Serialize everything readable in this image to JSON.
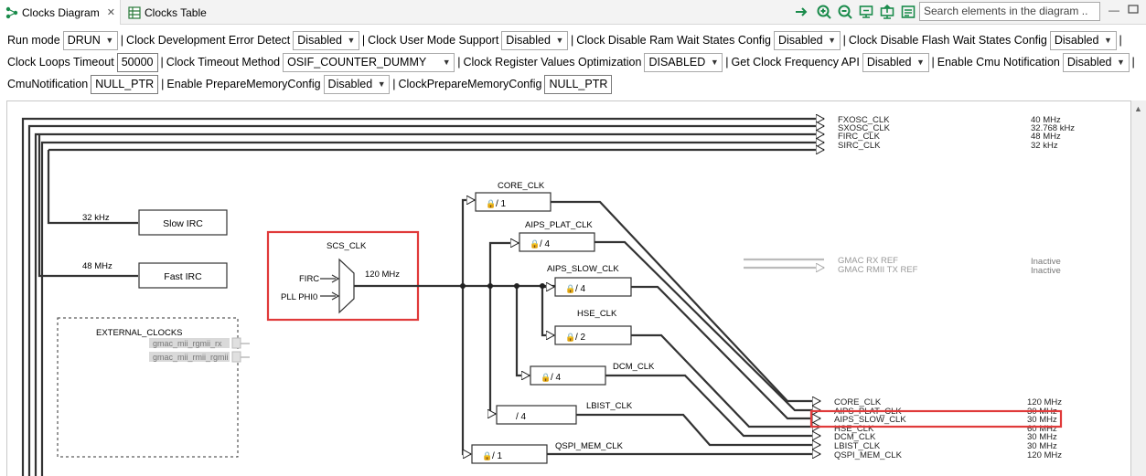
{
  "tabs": [
    {
      "label": "Clocks Diagram",
      "active": true
    },
    {
      "label": "Clocks Table",
      "active": false
    }
  ],
  "search": {
    "placeholder": "Search elements in the diagram .."
  },
  "config": {
    "run_mode_label": "Run mode",
    "run_mode_value": "DRUN",
    "dev_error_label": "Clock Development Error Detect",
    "dev_error_value": "Disabled",
    "user_mode_label": "Clock User Mode Support",
    "user_mode_value": "Disabled",
    "ram_wait_label": "Clock Disable Ram Wait States Config",
    "ram_wait_value": "Disabled",
    "flash_wait_label": "Clock Disable Flash Wait States Config",
    "flash_wait_value": "Disabled",
    "loops_timeout_label": "Clock Loops Timeout",
    "loops_timeout_value": "50000",
    "timeout_method_label": "Clock Timeout Method",
    "timeout_method_value": "OSIF_COUNTER_DUMMY",
    "reg_opt_label": "Clock Register Values Optimization",
    "reg_opt_value": "DISABLED",
    "get_freq_label": "Get Clock Frequency API",
    "get_freq_value": "Disabled",
    "cmu_notif_label": "Enable Cmu Notification",
    "cmu_notif_value": "Disabled",
    "cmu_notification_label": "CmuNotification",
    "cmu_notification_value": "NULL_PTR",
    "prepare_mem_label": "Enable PrepareMemoryConfig",
    "prepare_mem_value": "Disabled",
    "clock_prepare_mem_label": "ClockPrepareMemoryConfig",
    "clock_prepare_mem_value": "NULL_PTR"
  },
  "diagram": {
    "top_outputs": [
      {
        "name": "FXOSC_CLK",
        "freq": "40 MHz"
      },
      {
        "name": "SXOSC_CLK",
        "freq": "32.768 kHz"
      },
      {
        "name": "FIRC_CLK",
        "freq": "48 MHz"
      },
      {
        "name": "SIRC_CLK",
        "freq": "32 kHz"
      }
    ],
    "slow_irc": {
      "label": "Slow IRC",
      "freq": "32 kHz"
    },
    "fast_irc": {
      "label": "Fast IRC",
      "freq": "48 MHz"
    },
    "external_clocks": {
      "title": "EXTERNAL_CLOCKS",
      "items": [
        "gmac_mii_rgmii_rx",
        "gmac_mii_rmii_rgmii"
      ]
    },
    "scs": {
      "title": "SCS_CLK",
      "input1": "FIRC",
      "input2": "PLL PHI0",
      "freq": "120 MHz"
    },
    "dividers": [
      {
        "name": "CORE_CLK",
        "div": "/ 1"
      },
      {
        "name": "AIPS_PLAT_CLK",
        "div": "/ 4"
      },
      {
        "name": "AIPS_SLOW_CLK",
        "div": "/ 4"
      },
      {
        "name": "HSE_CLK",
        "div": "/ 2"
      },
      {
        "name": "DCM_CLK",
        "div": "/ 4"
      },
      {
        "name": "LBIST_CLK",
        "div": "/ 4"
      },
      {
        "name": "QSPI_MEM_CLK",
        "div": "/ 1"
      }
    ],
    "gmac": [
      {
        "name": "GMAC RX REF",
        "status": "Inactive"
      },
      {
        "name": "GMAC RMII TX REF",
        "status": "Inactive"
      }
    ],
    "bottom_outputs": [
      {
        "name": "CORE_CLK",
        "freq": "120 MHz"
      },
      {
        "name": "AIPS_PLAT_CLK",
        "freq": "30 MHz"
      },
      {
        "name": "AIPS_SLOW_CLK",
        "freq": "30 MHz"
      },
      {
        "name": "HSE_CLK",
        "freq": "60 MHz"
      },
      {
        "name": "DCM_CLK",
        "freq": "30 MHz"
      },
      {
        "name": "LBIST_CLK",
        "freq": "30 MHz"
      },
      {
        "name": "QSPI_MEM_CLK",
        "freq": "120 MHz"
      }
    ],
    "highlight_color": "#e03a3a"
  }
}
